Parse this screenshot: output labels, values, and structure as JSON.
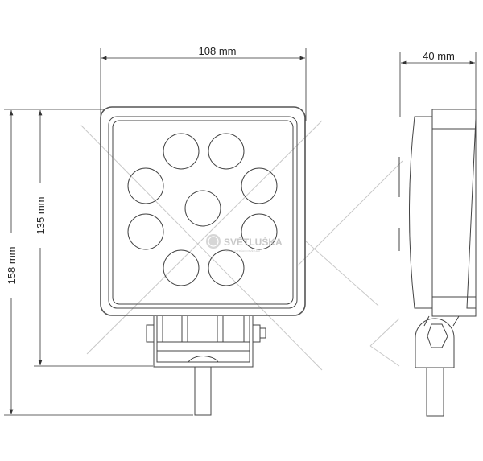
{
  "dimensions": {
    "width": "108 mm",
    "depth": "40 mm",
    "total_height": "158 mm",
    "housing_height": "135 mm"
  },
  "watermark": {
    "brand": "SVĚTLUŠKA",
    "subtitle": "SVĚT CHYTRÉHO OSVĚTLENÍ"
  },
  "led_count": 9
}
